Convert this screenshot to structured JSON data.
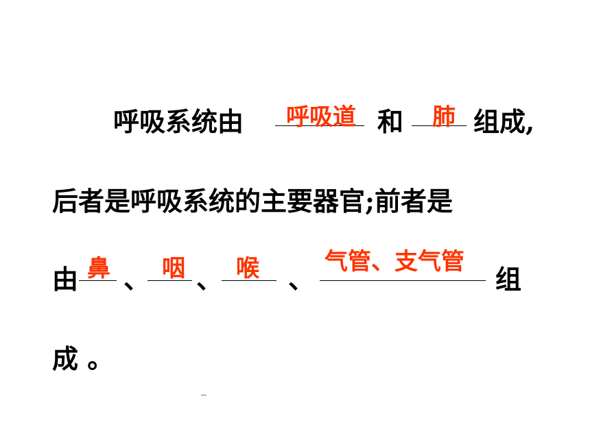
{
  "sentence": {
    "line1_lead": "呼吸系统由",
    "line1_and": "和",
    "line1_tail": "组成,",
    "line2": "后者是呼吸系统的主要器官;前者是",
    "line3_lead": "由",
    "sep": "、",
    "line3_tail": "组",
    "line4": "成  。"
  },
  "answers": {
    "respiratory_tract": "呼吸道",
    "lungs": "肺",
    "nose": "鼻",
    "pharynx": "咽",
    "larynx": "喉",
    "trachea_bronchi": "气管、支气管"
  },
  "colors": {
    "answer": "#ff3300",
    "text": "#000000"
  }
}
